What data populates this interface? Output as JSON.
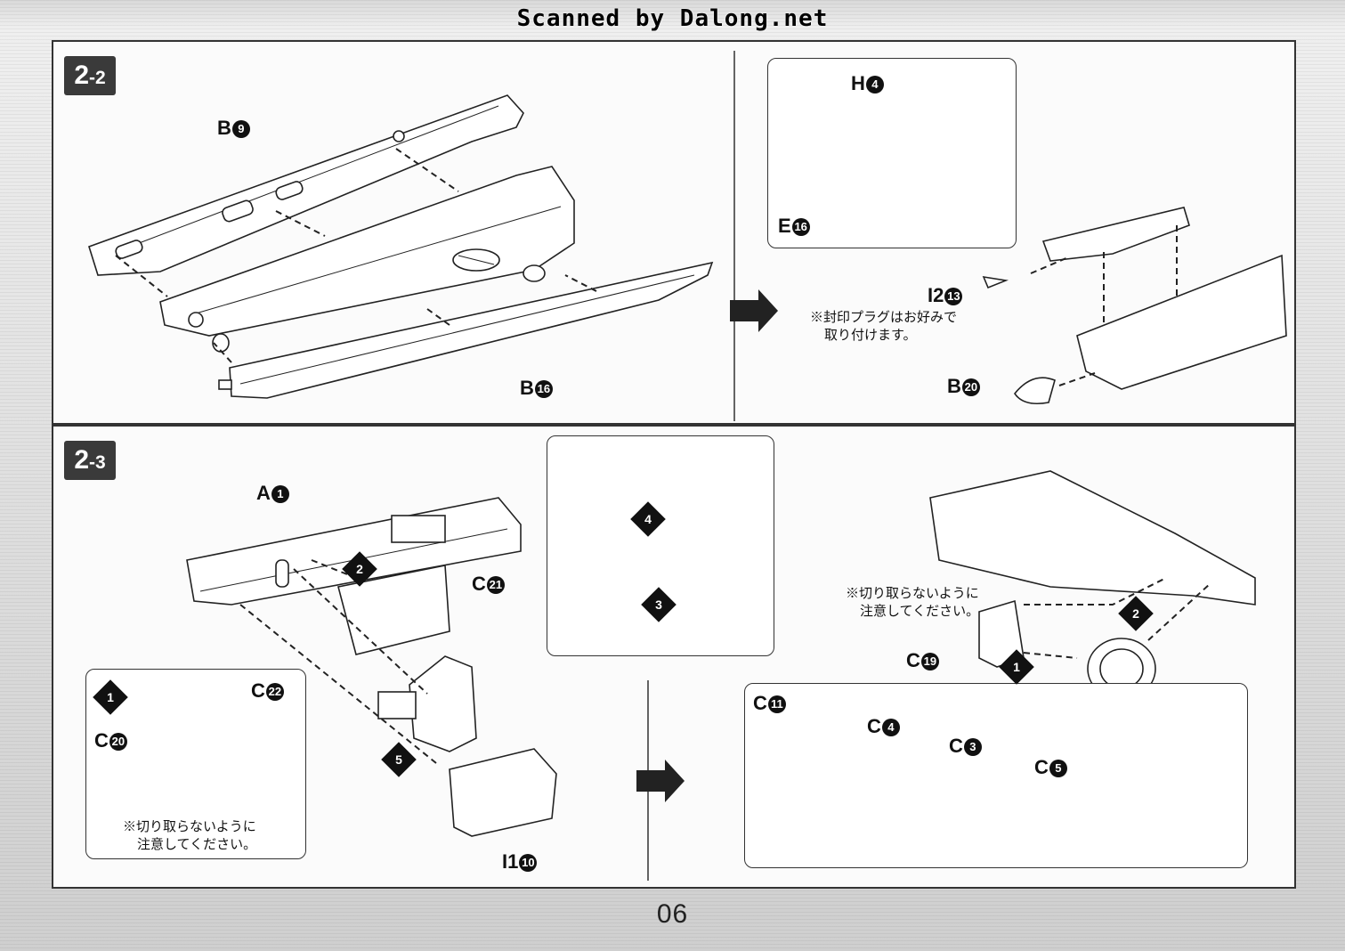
{
  "scan_credit": "Scanned by Dalong.net",
  "page_number": "06",
  "steps": {
    "s22": {
      "main": "2",
      "sub": "-2"
    },
    "s23": {
      "main": "2",
      "sub": "-3"
    }
  },
  "parts": {
    "b9": {
      "letter": "B",
      "num": "9"
    },
    "b16": {
      "letter": "B",
      "num": "16"
    },
    "h4": {
      "letter": "H",
      "num": "4"
    },
    "e16": {
      "letter": "E",
      "num": "16"
    },
    "i2_13": {
      "letter": "I2",
      "num": "13"
    },
    "b20": {
      "letter": "B",
      "num": "20"
    },
    "a1": {
      "letter": "A",
      "num": "1"
    },
    "c21": {
      "letter": "C",
      "num": "21"
    },
    "c22": {
      "letter": "C",
      "num": "22"
    },
    "c20": {
      "letter": "C",
      "num": "20"
    },
    "i1_10": {
      "letter": "I1",
      "num": "10"
    },
    "c19": {
      "letter": "C",
      "num": "19"
    },
    "c11": {
      "letter": "C",
      "num": "11"
    },
    "c4": {
      "letter": "C",
      "num": "4"
    },
    "c3": {
      "letter": "C",
      "num": "3"
    },
    "c5": {
      "letter": "C",
      "num": "5"
    }
  },
  "notes": {
    "seal_plug_line1": "※封印プラグはお好みで",
    "seal_plug_line2": "取り付けます。",
    "no_cut_line1": "※切り取らないように",
    "no_cut_line2": "注意してください。"
  },
  "order_marks": {
    "m1": "1",
    "m2": "2",
    "m3": "3",
    "m4": "4",
    "m5": "5"
  }
}
